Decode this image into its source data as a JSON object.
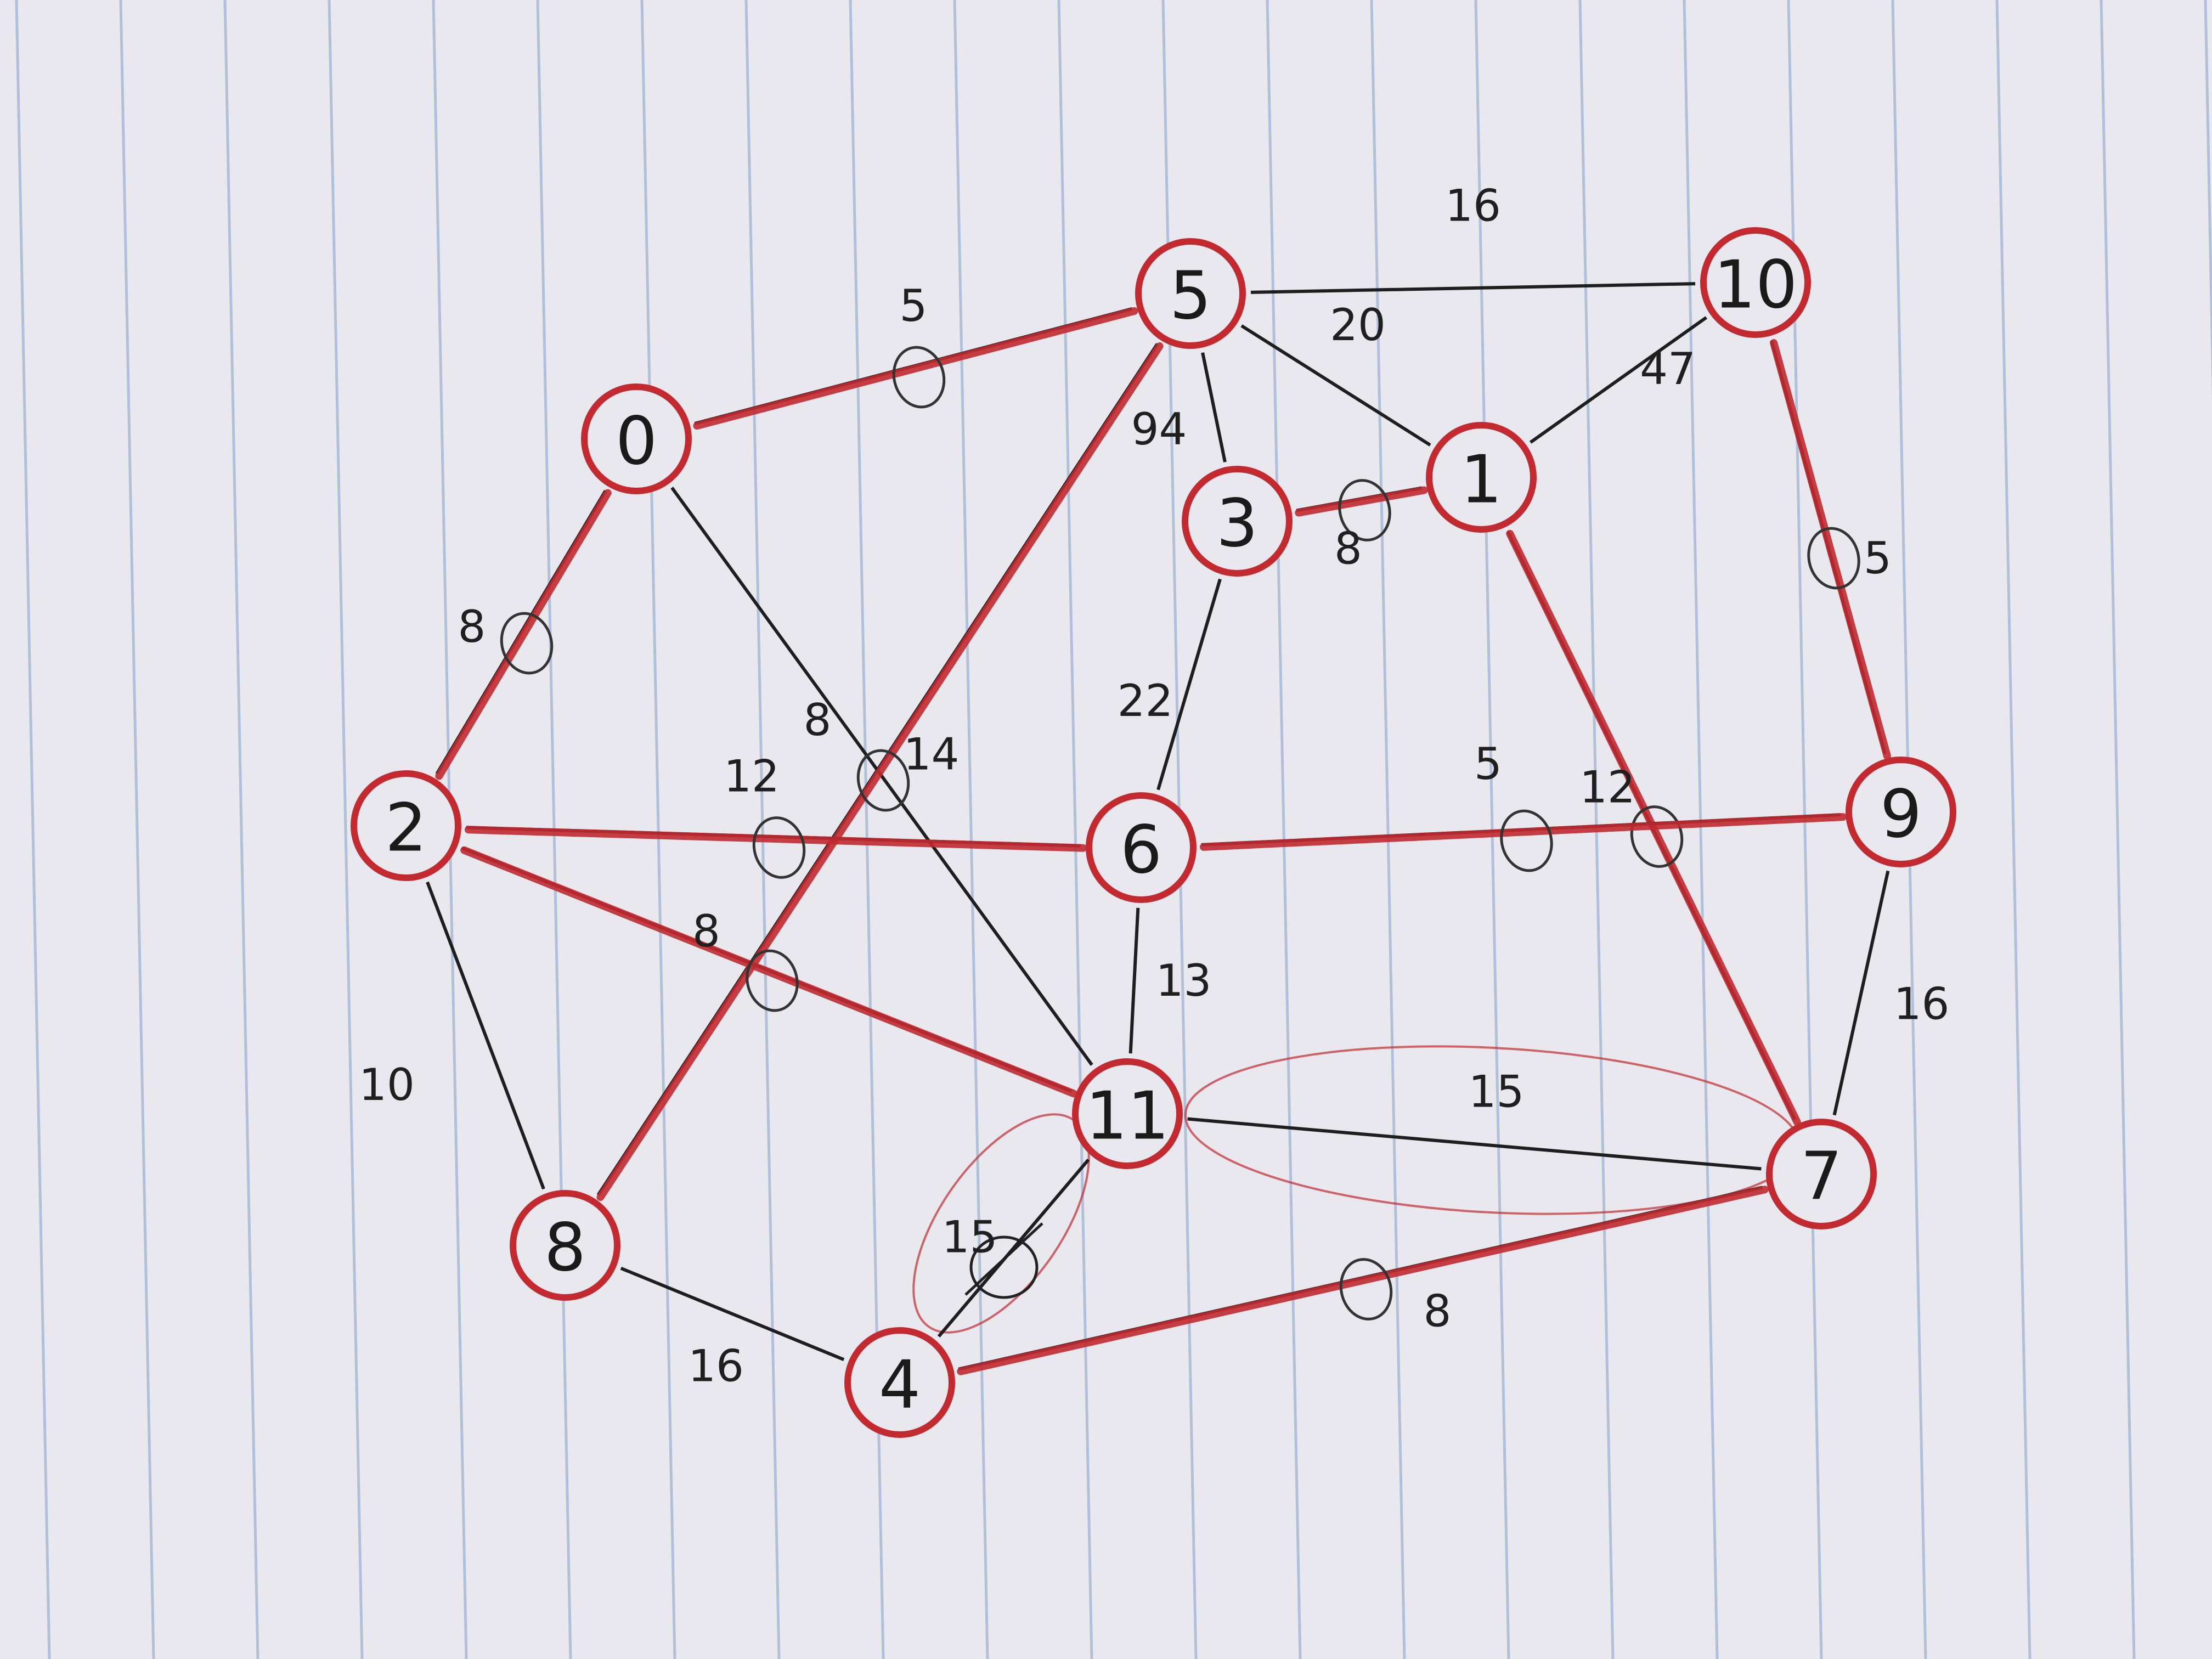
{
  "colors": {
    "paper": "#e9e8ee",
    "rule_line": "#9fb3d3",
    "ink": "#1e1e1e",
    "red": "#c22a30"
  },
  "nodes": [
    {
      "id": "0",
      "label": "0"
    },
    {
      "id": "1",
      "label": "1"
    },
    {
      "id": "2",
      "label": "2"
    },
    {
      "id": "3",
      "label": "3"
    },
    {
      "id": "4",
      "label": "4"
    },
    {
      "id": "5",
      "label": "5"
    },
    {
      "id": "6",
      "label": "6"
    },
    {
      "id": "7",
      "label": "7"
    },
    {
      "id": "8",
      "label": "8"
    },
    {
      "id": "9",
      "label": "9"
    },
    {
      "id": "10",
      "label": "10"
    },
    {
      "id": "11",
      "label": "11"
    }
  ],
  "edges": [
    {
      "from": "0",
      "to": "5",
      "weight": "5",
      "in_tree": true
    },
    {
      "from": "0",
      "to": "2",
      "weight": "8",
      "in_tree": true
    },
    {
      "from": "0",
      "to": "11",
      "weight": "14",
      "in_tree": false
    },
    {
      "from": "5",
      "to": "10",
      "weight": "16",
      "in_tree": false
    },
    {
      "from": "5",
      "to": "1",
      "weight": "20",
      "in_tree": false
    },
    {
      "from": "5",
      "to": "3",
      "weight": "94",
      "in_tree": false
    },
    {
      "from": "5",
      "to": "8",
      "weight": "8",
      "in_tree": true
    },
    {
      "from": "10",
      "to": "1",
      "weight": "47",
      "in_tree": false
    },
    {
      "from": "10",
      "to": "9",
      "weight": "5",
      "in_tree": true
    },
    {
      "from": "3",
      "to": "1",
      "weight": "8",
      "in_tree": true
    },
    {
      "from": "3",
      "to": "6",
      "weight": "22",
      "in_tree": false
    },
    {
      "from": "1",
      "to": "7",
      "weight": "12",
      "in_tree": true
    },
    {
      "from": "2",
      "to": "6",
      "weight": "12",
      "in_tree": true
    },
    {
      "from": "2",
      "to": "11",
      "weight": "8",
      "in_tree": true
    },
    {
      "from": "2",
      "to": "8",
      "weight": "10",
      "in_tree": false
    },
    {
      "from": "6",
      "to": "9",
      "weight": "5",
      "in_tree": true
    },
    {
      "from": "6",
      "to": "11",
      "weight": "13",
      "in_tree": false
    },
    {
      "from": "9",
      "to": "7",
      "weight": "16",
      "in_tree": false
    },
    {
      "from": "11",
      "to": "7",
      "weight": "15",
      "in_tree": false
    },
    {
      "from": "11",
      "to": "4",
      "weight": "15",
      "in_tree": false
    },
    {
      "from": "8",
      "to": "4",
      "weight": "16",
      "in_tree": false
    },
    {
      "from": "4",
      "to": "7",
      "weight": "8",
      "in_tree": true
    }
  ]
}
